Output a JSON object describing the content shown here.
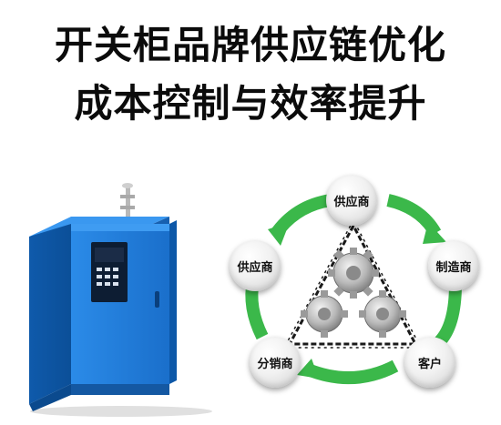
{
  "title_line1": "开关柜品牌供应链优化",
  "title_line2": "成本控制与效率提升",
  "cycle_nodes": {
    "top": "供应商",
    "left": "供应商",
    "right": "制造商",
    "bottom_left": "分销商",
    "bottom_right": "客户"
  },
  "colors": {
    "cabinet_blue": "#1e79d6",
    "arrow_green": "#3bb84a",
    "title_text": "#0b0b0b"
  }
}
